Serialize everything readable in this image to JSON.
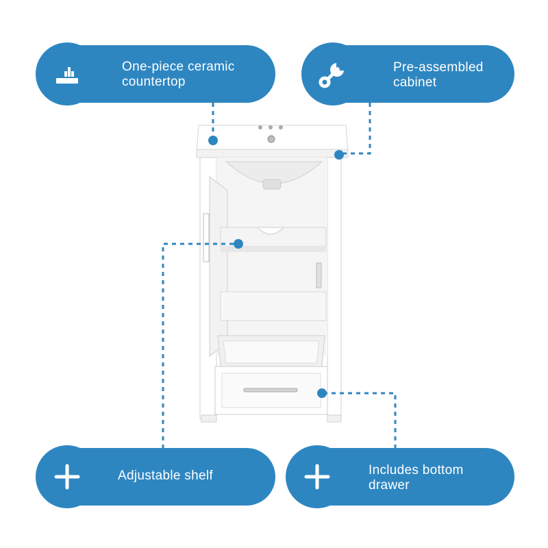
{
  "features": [
    {
      "id": "countertop",
      "icon": "countertop-icon",
      "label": "One-piece ceramic\ncountertop"
    },
    {
      "id": "cabinet",
      "icon": "wrench-icon",
      "label": "Pre-assembled\ncabinet"
    },
    {
      "id": "shelf",
      "icon": "plus-icon",
      "label": "Adjustable shelf"
    },
    {
      "id": "drawer",
      "icon": "plus-icon",
      "label": "Includes bottom\ndrawer"
    }
  ],
  "colors": {
    "accent": "#2e86c1",
    "cabinet_white": "#ffffff",
    "cabinet_shadow": "#e6e6e6",
    "cabinet_outline": "#cfcfcf"
  }
}
